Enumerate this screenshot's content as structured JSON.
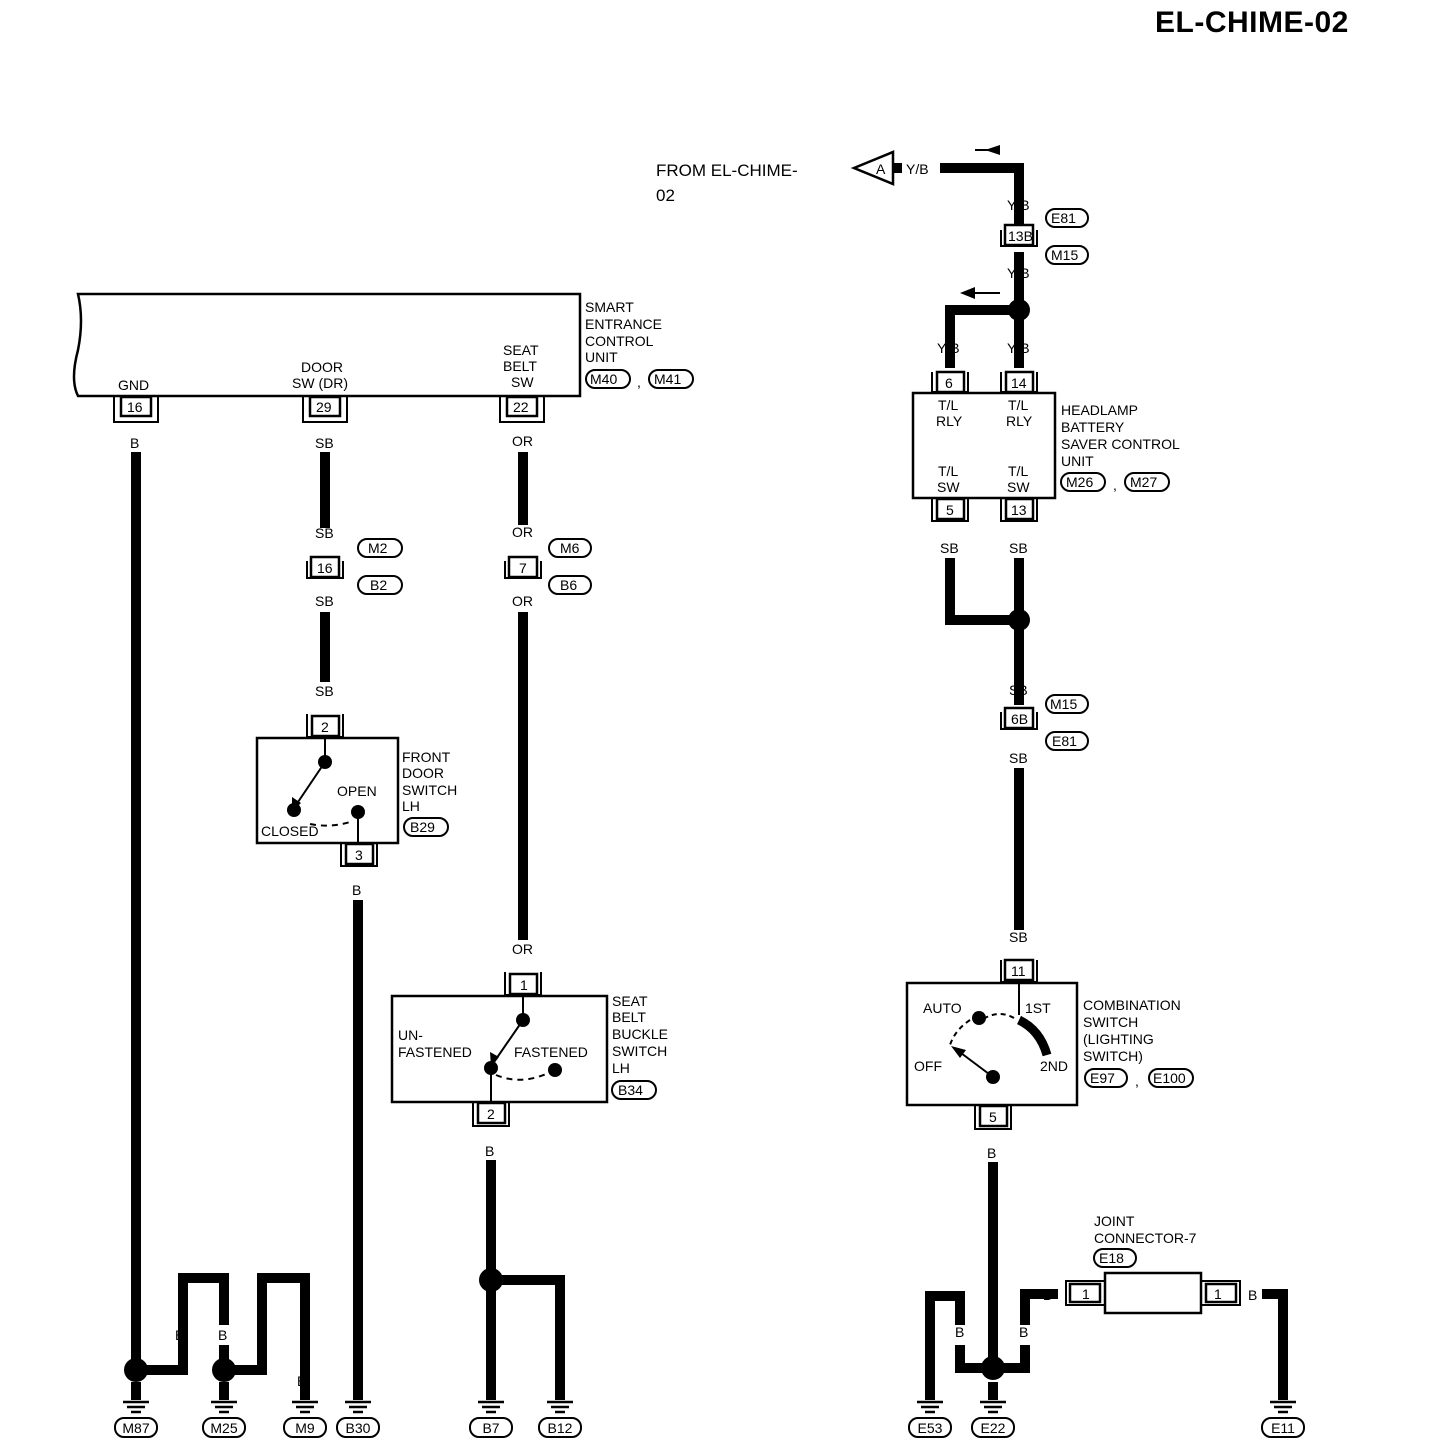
{
  "title": "EL-CHIME-02",
  "from_ref": {
    "line1": "FROM EL-CHIME-",
    "line2": "02",
    "marker": "A",
    "wire": "Y/B"
  },
  "secu": {
    "name": [
      "SMART",
      "ENTRANCE",
      "CONTROL",
      "UNIT"
    ],
    "connectors": [
      "M40",
      "M41"
    ],
    "pins": [
      {
        "label": [
          "GND"
        ],
        "pin": "16"
      },
      {
        "label": [
          "DOOR",
          "SW (DR)"
        ],
        "pin": "29"
      },
      {
        "label": [
          "SEAT",
          "BELT",
          "SW"
        ],
        "pin": "22"
      }
    ]
  },
  "headlamp_unit": {
    "name": [
      "HEADLAMP",
      "BATTERY",
      "SAVER CONTROL",
      "UNIT"
    ],
    "connectors": [
      "M26",
      "M27"
    ],
    "top_pins": [
      {
        "pin": "6",
        "label": [
          "T/L",
          "RLY"
        ]
      },
      {
        "pin": "14",
        "label": [
          "T/L",
          "RLY"
        ]
      }
    ],
    "bottom_pins": [
      {
        "pin": "5",
        "label": [
          "T/L",
          "SW"
        ]
      },
      {
        "pin": "13",
        "label": [
          "T/L",
          "SW"
        ]
      }
    ]
  },
  "door_switch": {
    "name": [
      "FRONT",
      "DOOR",
      "SWITCH",
      "LH"
    ],
    "connector": "B29",
    "pin_top": "2",
    "pin_bottom": "3",
    "open": "OPEN",
    "closed": "CLOSED"
  },
  "belt_switch": {
    "name": [
      "SEAT",
      "BELT",
      "BUCKLE",
      "SWITCH",
      "LH"
    ],
    "connector": "B34",
    "pin_top": "1",
    "pin_bottom": "2",
    "unfastened": [
      "UN-",
      "FASTENED"
    ],
    "fastened": "FASTENED"
  },
  "combo_switch": {
    "name": [
      "COMBINATION",
      "SWITCH",
      "(LIGHTING",
      "SWITCH)"
    ],
    "connectors": [
      "E97",
      "E100"
    ],
    "pin_top": "11",
    "pin_bottom": "5",
    "positions": [
      "AUTO",
      "1ST",
      "OFF",
      "2ND"
    ]
  },
  "joint": {
    "name": [
      "JOINT",
      "CONNECTOR-7"
    ],
    "connector": "E18",
    "left_pin": "1",
    "right_pin": "1"
  },
  "inline_connectors": [
    {
      "pin": "13B",
      "top": "E81",
      "bottom": "M15"
    },
    {
      "pin": "16",
      "top": "M2",
      "bottom": "B2"
    },
    {
      "pin": "7",
      "top": "M6",
      "bottom": "B6"
    },
    {
      "pin": "6B",
      "top": "M15",
      "bottom": "E81"
    }
  ],
  "wire_colors": {
    "yb": "Y/B",
    "sb": "SB",
    "or": "OR",
    "b": "B"
  },
  "grounds": [
    "M87",
    "M25",
    "M9",
    "B30",
    "B7",
    "B12",
    "E53",
    "E22",
    "E11"
  ]
}
